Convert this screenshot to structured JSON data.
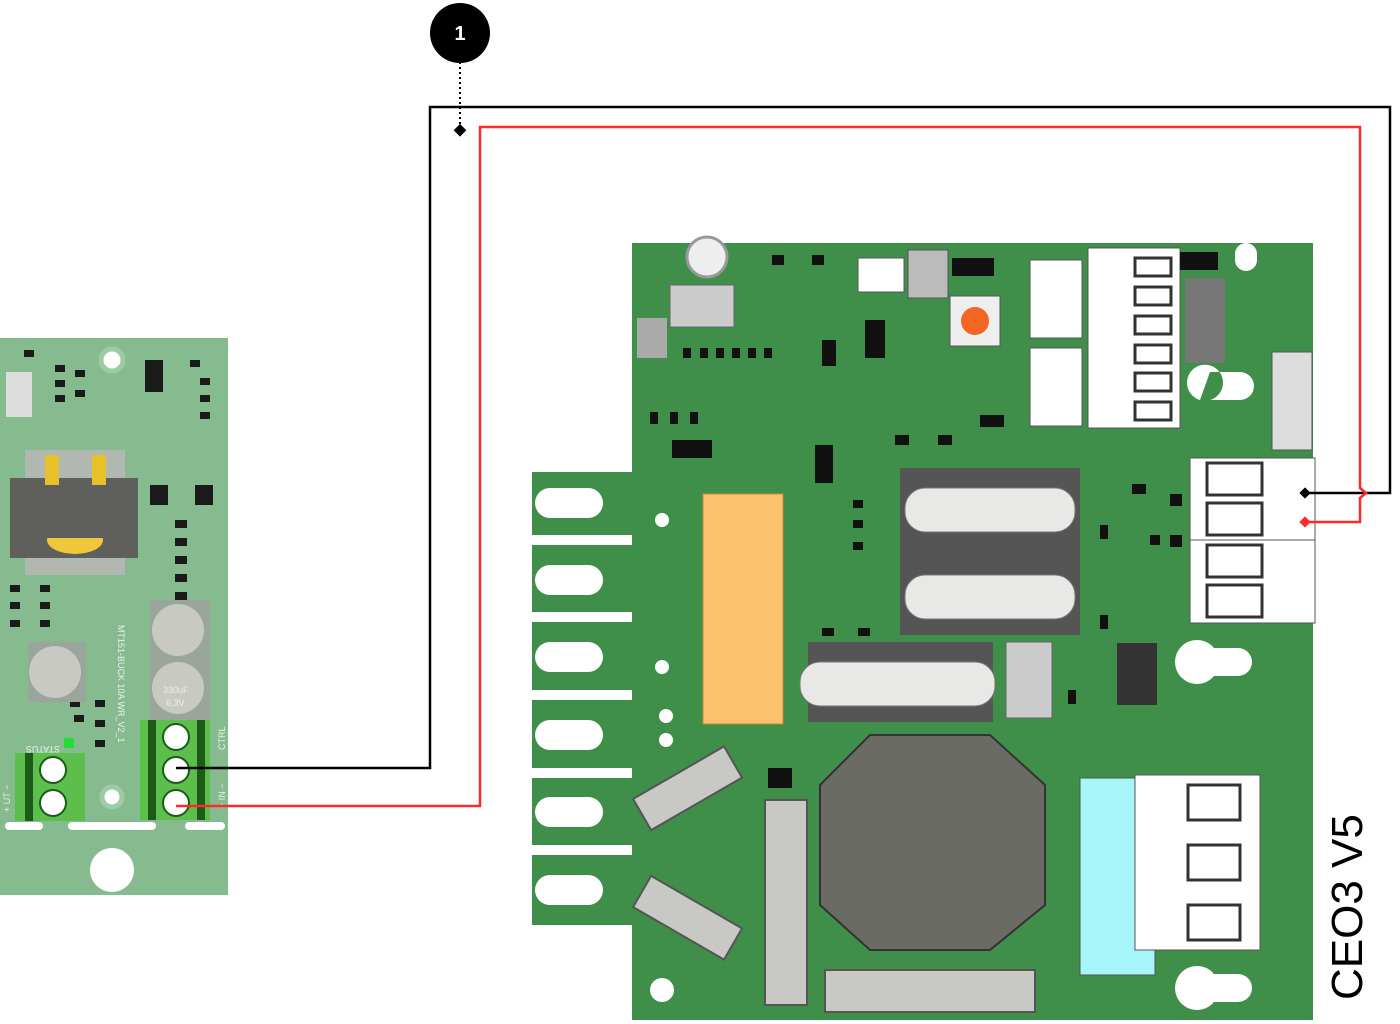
{
  "callout": {
    "number": "1"
  },
  "main_board": {
    "label": "CEO3 V5",
    "color": "#3f8f4a"
  },
  "buck_board": {
    "color": "#86bb8f",
    "silkscreen": {
      "title": "MT151-BUCK 10A WR_V2_1",
      "cap_value": "330uF",
      "cap_voltage": "6,3V",
      "status": "STATUS",
      "ctrl": "CTRL",
      "in": "+ IN −",
      "out": "+ UT −"
    }
  },
  "wires": [
    {
      "name": "control-negative",
      "color": "#000000"
    },
    {
      "name": "control-positive",
      "color": "#ff2a2a"
    }
  ]
}
